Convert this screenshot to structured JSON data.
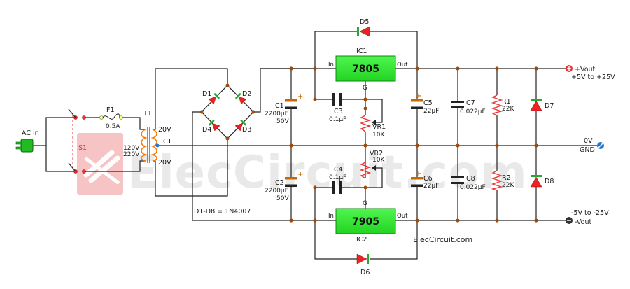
{
  "watermark": "ElecCircuit.com",
  "credit": "ElecCircuit.com",
  "input": {
    "label": "AC in",
    "switch": "S1"
  },
  "fuse": {
    "name": "F1",
    "rating": "0.5A"
  },
  "transformer": {
    "name": "T1",
    "primary": [
      "120V",
      "220V"
    ],
    "secondary_top": "20V",
    "center_tap": "CT",
    "secondary_bottom": "20V"
  },
  "diodes": {
    "bridge": [
      "D1",
      "D2",
      "D3",
      "D4"
    ],
    "note": "D1-D8 = 1N4007",
    "d5": "D5",
    "d6": "D6",
    "d7": "D7",
    "d8": "D8"
  },
  "capacitors": {
    "c1": {
      "name": "C1",
      "value": "2200µF",
      "voltage": "50V"
    },
    "c2": {
      "name": "C2",
      "value": "2200µF",
      "voltage": "50V"
    },
    "c3": {
      "name": "C3",
      "value": "0.1µF"
    },
    "c4": {
      "name": "C4",
      "value": "0.1µF"
    },
    "c5": {
      "name": "C5",
      "value": "22µF"
    },
    "c6": {
      "name": "C6",
      "value": "22µF"
    },
    "c7": {
      "name": "C7",
      "value": "0.022µF"
    },
    "c8": {
      "name": "C8",
      "value": "0.022µF"
    }
  },
  "regulators": {
    "ic1": {
      "name": "IC1",
      "part": "7805",
      "in": "In",
      "out": "Out",
      "gnd": "G"
    },
    "ic2": {
      "name": "IC2",
      "part": "7905",
      "in": "In",
      "out": "Out",
      "gnd": "G"
    }
  },
  "pots": {
    "vr1": {
      "name": "VR1",
      "value": "10K"
    },
    "vr2": {
      "name": "VR2",
      "value": "10K"
    }
  },
  "resistors": {
    "r1": {
      "name": "R1",
      "value": "22K"
    },
    "r2": {
      "name": "R2",
      "value": "22K"
    }
  },
  "outputs": {
    "pos": {
      "label": "+Vout",
      "range": "+5V to +25V"
    },
    "gnd": {
      "label": "0V",
      "sub": "GND"
    },
    "neg": {
      "range": "-5V to -25V",
      "label": "-Vout"
    }
  },
  "colors": {
    "wire": "#222222",
    "ic": "#33ee33",
    "diode": "#ee2222",
    "diode_bar": "#22aa33",
    "coil": "#ff7700",
    "node": "#9b4a10",
    "cap_plate": "#cc6600",
    "pos_terminal": "#ee3333",
    "gnd_terminal": "#2277cc"
  }
}
